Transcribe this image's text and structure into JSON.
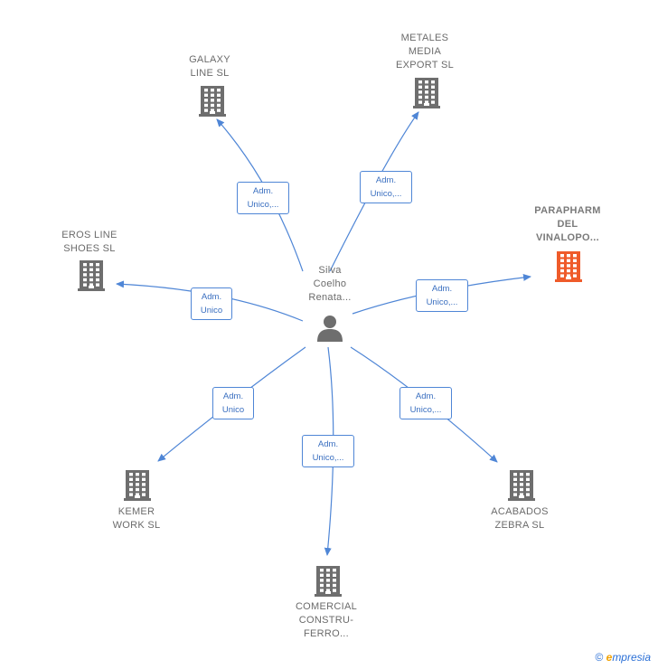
{
  "colors": {
    "edge": "#4f86d6",
    "building": "#6e6e6e",
    "building_highlight": "#ef5b2a",
    "person": "#6e6e6e"
  },
  "center": {
    "label": "Silva\nCoelho\nRenata..."
  },
  "companies": [
    {
      "id": "galaxy",
      "label": "GALAXY\nLINE  SL",
      "highlight": false
    },
    {
      "id": "metales",
      "label": "METALES\nMEDIA\nEXPORT  SL",
      "highlight": false
    },
    {
      "id": "parapharm",
      "label": "PARAPHARM\nDEL\nVINALOPO...",
      "highlight": true
    },
    {
      "id": "eros",
      "label": "EROS LINE\nSHOES  SL",
      "highlight": false
    },
    {
      "id": "kemer",
      "label": "KEMER\nWORK SL",
      "highlight": false
    },
    {
      "id": "comercial",
      "label": "COMERCIAL\nCONSTRU-\nFERRO...",
      "highlight": false
    },
    {
      "id": "acabados",
      "label": "ACABADOS\nZEBRA  SL",
      "highlight": false
    }
  ],
  "relations": [
    {
      "to": "galaxy",
      "label": "Adm.\nUnico,..."
    },
    {
      "to": "metales",
      "label": "Adm.\nUnico,..."
    },
    {
      "to": "parapharm",
      "label": "Adm.\nUnico,..."
    },
    {
      "to": "eros",
      "label": "Adm.\nUnico"
    },
    {
      "to": "kemer",
      "label": "Adm.\nUnico"
    },
    {
      "to": "comercial",
      "label": "Adm.\nUnico,..."
    },
    {
      "to": "acabados",
      "label": "Adm.\nUnico,..."
    }
  ],
  "footer": {
    "copyright": "©",
    "brand_initial": "e",
    "brand_rest": "mpresia"
  }
}
